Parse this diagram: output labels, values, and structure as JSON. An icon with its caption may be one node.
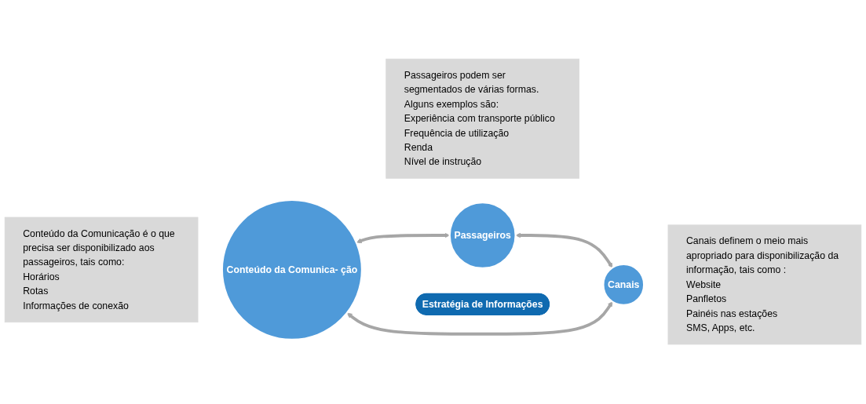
{
  "diagram": {
    "nodes": [
      {
        "text": [
          "Passageiros podem ser segmentados de várias formas. Alguns exemplos são:",
          "Experiência com transporte público",
          "Frequência de utilização",
          "Renda",
          "Nível de instrução"
        ]
      },
      {
        "text": [
          "Passageiros"
        ]
      },
      {
        "text": [
          "Estratégia de Informações"
        ]
      },
      {
        "text": [
          "Conteúdo da Comunicação é o que precisa ser disponibilizado aos passageiros, tais como:",
          "Horários",
          "Rotas",
          "Informações de conexão"
        ]
      },
      {
        "text": [
          "Conteúdo da Comunica- ção"
        ]
      },
      {
        "text": [
          "Canais definem o meio mais apropriado para disponibilização da informação, tais como :",
          "Website",
          "Panfletos",
          "Painéis nas estações",
          "SMS, Apps, etc."
        ]
      },
      {
        "text": [
          "Canais"
        ]
      }
    ],
    "edges": [
      {
        "from": 1,
        "to": 6,
        "arrow": "both"
      },
      {
        "from": 4,
        "to": 1,
        "arrow": "both"
      },
      {
        "from": 4,
        "to": 6,
        "arrow": "both"
      }
    ]
  }
}
